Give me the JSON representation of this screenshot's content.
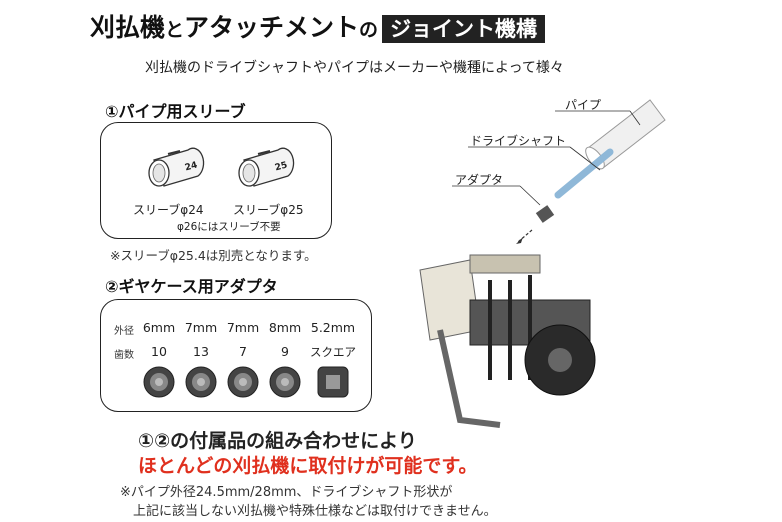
{
  "title": {
    "part1": "刈払機",
    "part2": "と",
    "part3": "アタッチメント",
    "part4": "の",
    "part5": "ジョイント機構"
  },
  "subtitle": "刈払機のドライブシャフトやパイプはメーカーや機種によって様々",
  "sleeve_section": {
    "heading": "①パイプ用スリーブ",
    "sleeve1_mark": "24",
    "sleeve2_mark": "25",
    "sleeve1_label": "スリーブφ24",
    "sleeve2_label": "スリーブφ25",
    "note_inside": "φ26にはスリーブ不要",
    "note_outside": "※スリーブφ25.4は別売となります。"
  },
  "adapter_section": {
    "heading": "②ギヤケース用アダプタ",
    "row_label_od": "外径",
    "row_label_teeth": "歯数",
    "columns": [
      {
        "od": "6mm",
        "teeth": "10"
      },
      {
        "od": "7mm",
        "teeth": "13"
      },
      {
        "od": "7mm",
        "teeth": "7"
      },
      {
        "od": "8mm",
        "teeth": "9"
      },
      {
        "od": "5.2mm",
        "teeth": "スクエア"
      }
    ]
  },
  "callouts": {
    "pipe": "パイプ",
    "drive_shaft": "ドライブシャフト",
    "adapter": "アダプタ"
  },
  "bottom": {
    "line1": "①②の付属品の組み合わせにより",
    "line2": "ほとんどの刈払機に取付けが可能です。",
    "footnote1": "※パイプ外径24.5mm/28mm、ドライブシャフト形状が",
    "footnote2": "上記に該当しない刈払機や特殊仕様などは取付けできません。"
  },
  "colors": {
    "accent_red": "#e0301e",
    "dark": "#222222"
  }
}
